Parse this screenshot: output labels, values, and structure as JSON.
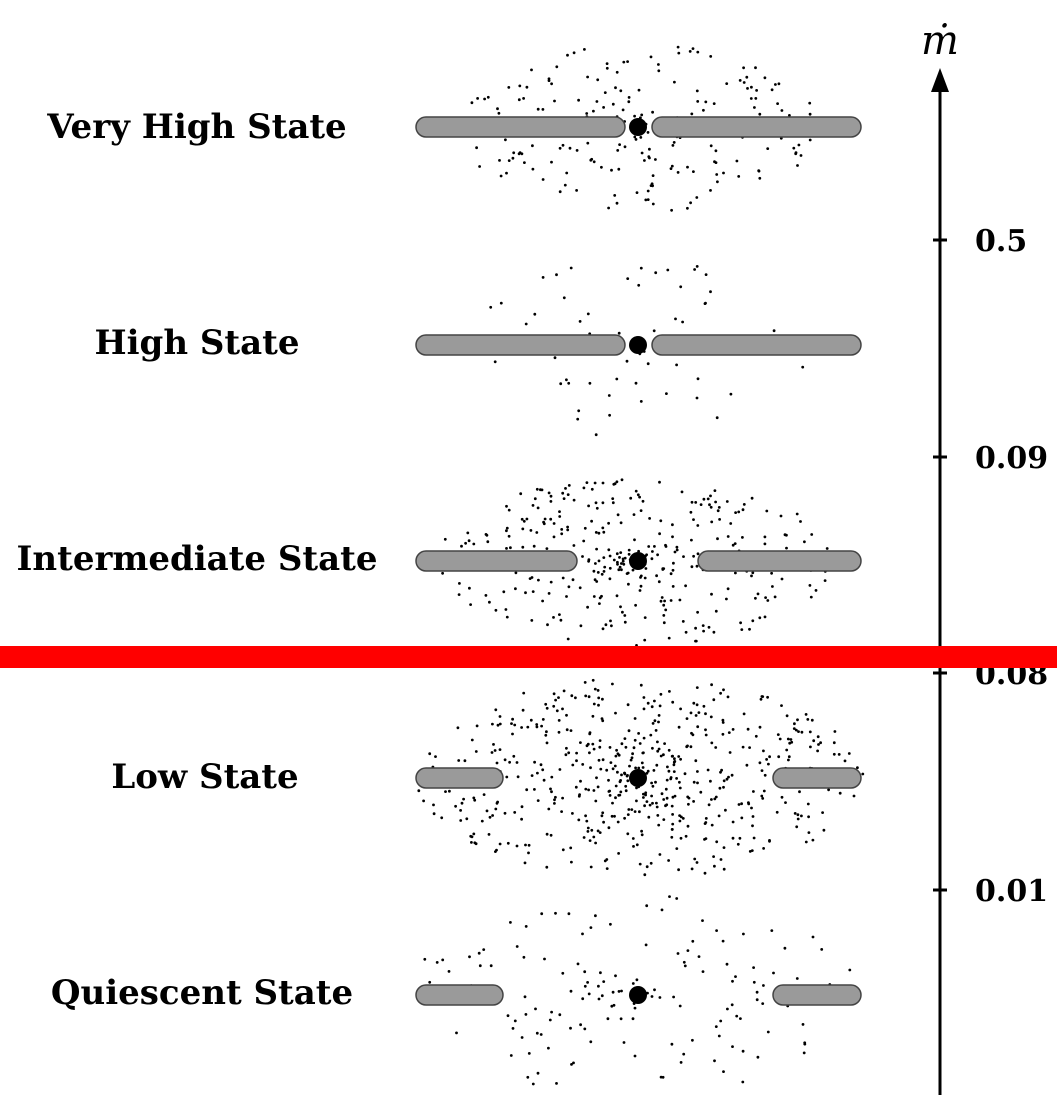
{
  "axis": {
    "title": "ṁ",
    "ticks": [
      "0.5",
      "0.09",
      "0.08",
      "0.01"
    ]
  },
  "states": [
    {
      "label": "Very High State",
      "corona": "compact-dense"
    },
    {
      "label": "High State",
      "corona": "sparse"
    },
    {
      "label": "Intermediate State",
      "corona": "dense"
    },
    {
      "label": "Low State",
      "corona": "very-dense"
    },
    {
      "label": "Quiescent State",
      "corona": "sparse"
    }
  ],
  "colors": {
    "disk_fill": "#9a9a9a",
    "disk_stroke": "#444444",
    "black_hole": "#000000",
    "divider": "#ff0000"
  }
}
